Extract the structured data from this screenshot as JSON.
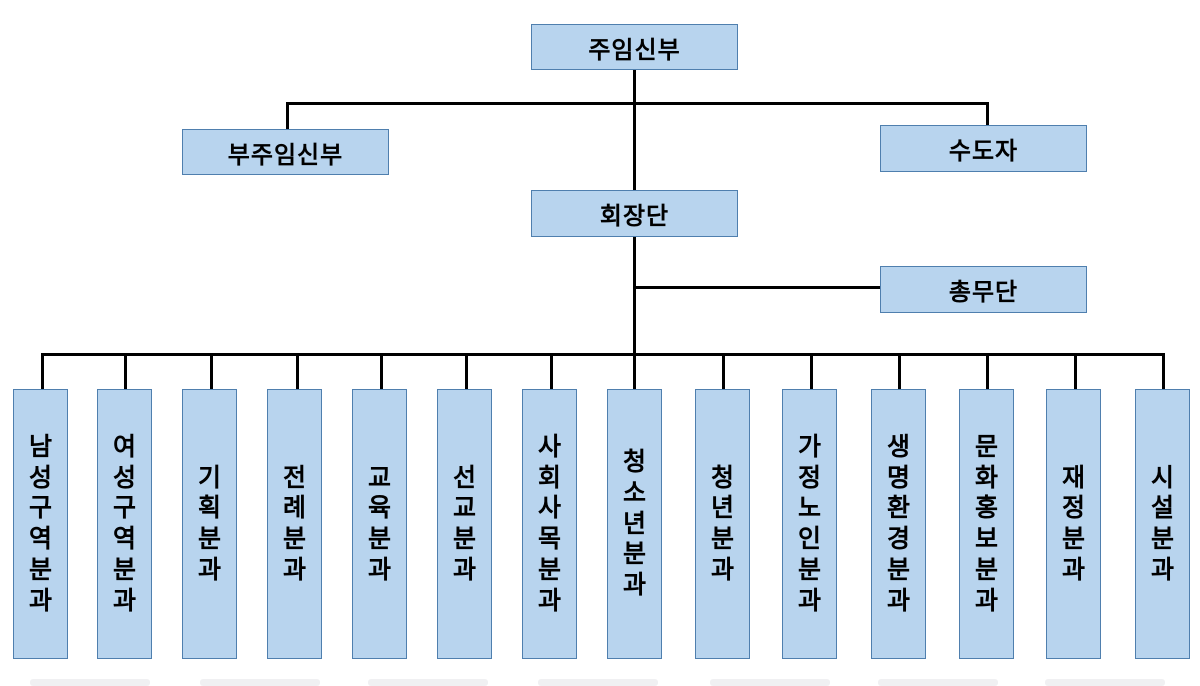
{
  "diagram": {
    "top": "주임신부",
    "assistant": "부주임신부",
    "religious": "수도자",
    "council": "회장단",
    "general_affairs": "총무단",
    "departments": [
      "남성구역분과",
      "여성구역분과",
      "기획분과",
      "전례분과",
      "교육분과",
      "선교분과",
      "사회사목분과",
      "청소년분과",
      "청년분과",
      "가정노인분과",
      "생명환경분과",
      "문화홍보분과",
      "재정분과",
      "시설분과"
    ]
  },
  "colors": {
    "box_fill": "#b8d4ee",
    "box_border": "#4f7fae",
    "line": "#000000"
  }
}
